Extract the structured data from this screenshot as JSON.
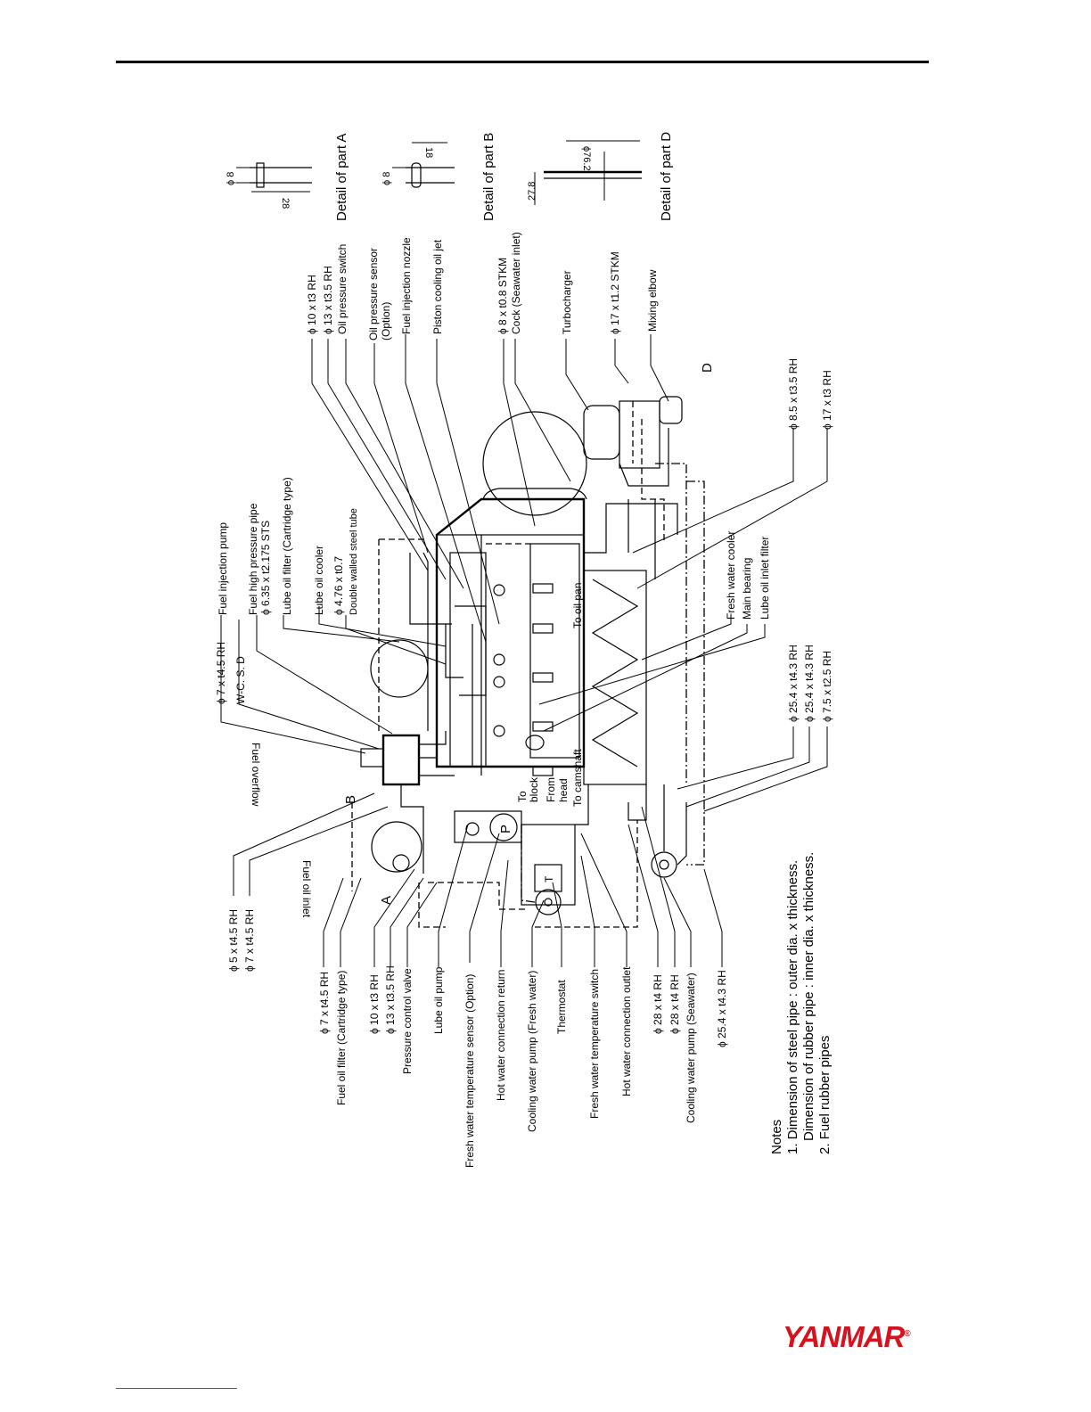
{
  "labels": {
    "fuel_injection_pump": "Fuel injection pump",
    "fuel_high_pressure_pipe": "Fuel high pressure pipe",
    "fhp_dim": "ϕ 6.35 x t2.175 STS",
    "lube_oil_filter": "Lube oil filter (Cartridge type)",
    "lube_oil_cooler": "Lube oil cooler",
    "dwt_dim": "ϕ 4.76 x t0.7",
    "double_walled_tube": "Double walled steel tube",
    "p7_45_top": "ϕ 7 x t4.5 RH",
    "wcsd": "W-C. S. D",
    "fuel_overflow": "Fuel overflow",
    "b_marker": "B",
    "p10_3_top": "ϕ 10 x t3 RH",
    "p13_35_top": "ϕ 13 x t3.5 RH",
    "oil_pressure_switch": "Oil pressure switch",
    "oil_pressure_sensor": "Oil pressure sensor",
    "option": "(Option)",
    "fuel_injection_nozzle": "Fuel injection nozzle",
    "piston_cooling_oil_jet": "Piston cooling oil jet",
    "p8_stkm": "ϕ 8 x t0.8 STKM",
    "cock_seawater": "Cock (Seawater inlet)",
    "turbocharger": "Turbocharger",
    "p17_stkm": "ϕ 17 x t1.2 STKM",
    "mixing_elbow": "Mixing elbow",
    "d_marker": "D",
    "p85_35": "ϕ 8.5 x t3.5 RH",
    "p17_3": "ϕ 17 x t3 RH",
    "detail_a": "Detail of part A",
    "detail_b": "Detail of part B",
    "detail_d": "Detail of part D",
    "dim_a_dia": "ϕ 8",
    "dim_a_len": "28",
    "dim_b_dia": "ϕ 8",
    "dim_b_len": "18",
    "dim_d_h": "27.8",
    "dim_d_dia": "ϕ76.2",
    "to_oil_pan": "To oil pan",
    "fresh_water_cooler": "Fresh water cooler",
    "main_bearing": "Main bearing",
    "lube_oil_inlet_filter": "Lube oil inlet filter",
    "p254_43_a": "ϕ 25.4 x t4.3 RH",
    "p254_43_b": "ϕ 25.4 x t4.3 RH",
    "p75_25": "ϕ 7.5 x t2.5 RH",
    "p5_45": "ϕ 5 x t4.5 RH",
    "p7_45_left": "ϕ 7 x t4.5 RH",
    "fuel_oil_inlet": "Fuel oil inlet",
    "a_marker": "A",
    "p_marker": "P",
    "to_block_1": "To",
    "to_block_2": "block",
    "from_head_1": "From",
    "from_head_2": "head",
    "to_camshaft": "To camshaft",
    "t_marker": "T",
    "b_p7_45": "ϕ 7 x t4.5 RH",
    "b_fuel_oil_filter": "Fuel oil filter (Cartridge type)",
    "b_p10_3": "ϕ 10 x t3 RH",
    "b_p13_35": "ϕ 13 x t3.5 RH",
    "b_pressure_control_valve": "Pressure control valve",
    "b_lube_oil_pump": "Lube oil pump",
    "b_fw_temp_sensor": "Fresh water temperature sensor (Option)",
    "b_hot_water_return": "Hot water connection return",
    "b_cooling_pump_fresh": "Cooling water pump (Fresh water)",
    "b_thermostat": "Thermostat",
    "b_fw_temp_switch": "Fresh water temperature switch",
    "b_hot_water_outlet": "Hot water connection outlet",
    "b_p28_4_a": "ϕ 28 x t4 RH",
    "b_p28_4_b": "ϕ 28 x t4 RH",
    "b_cooling_pump_sea": "Cooling water pump (Seawater)",
    "b_p254_43": "ϕ 25.4 x t4.3 RH"
  },
  "notes": {
    "heading": "Notes",
    "line1": "1. Dimension of steel pipe : outer dia. x thickness.",
    "line2": "Dimension of rubber pipe : inner dia. x thickness.",
    "line3": "2. Fuel rubber pipes"
  },
  "brand": {
    "logo_text": "YANMAR",
    "reg_mark": "®",
    "color": "#d6121f"
  }
}
